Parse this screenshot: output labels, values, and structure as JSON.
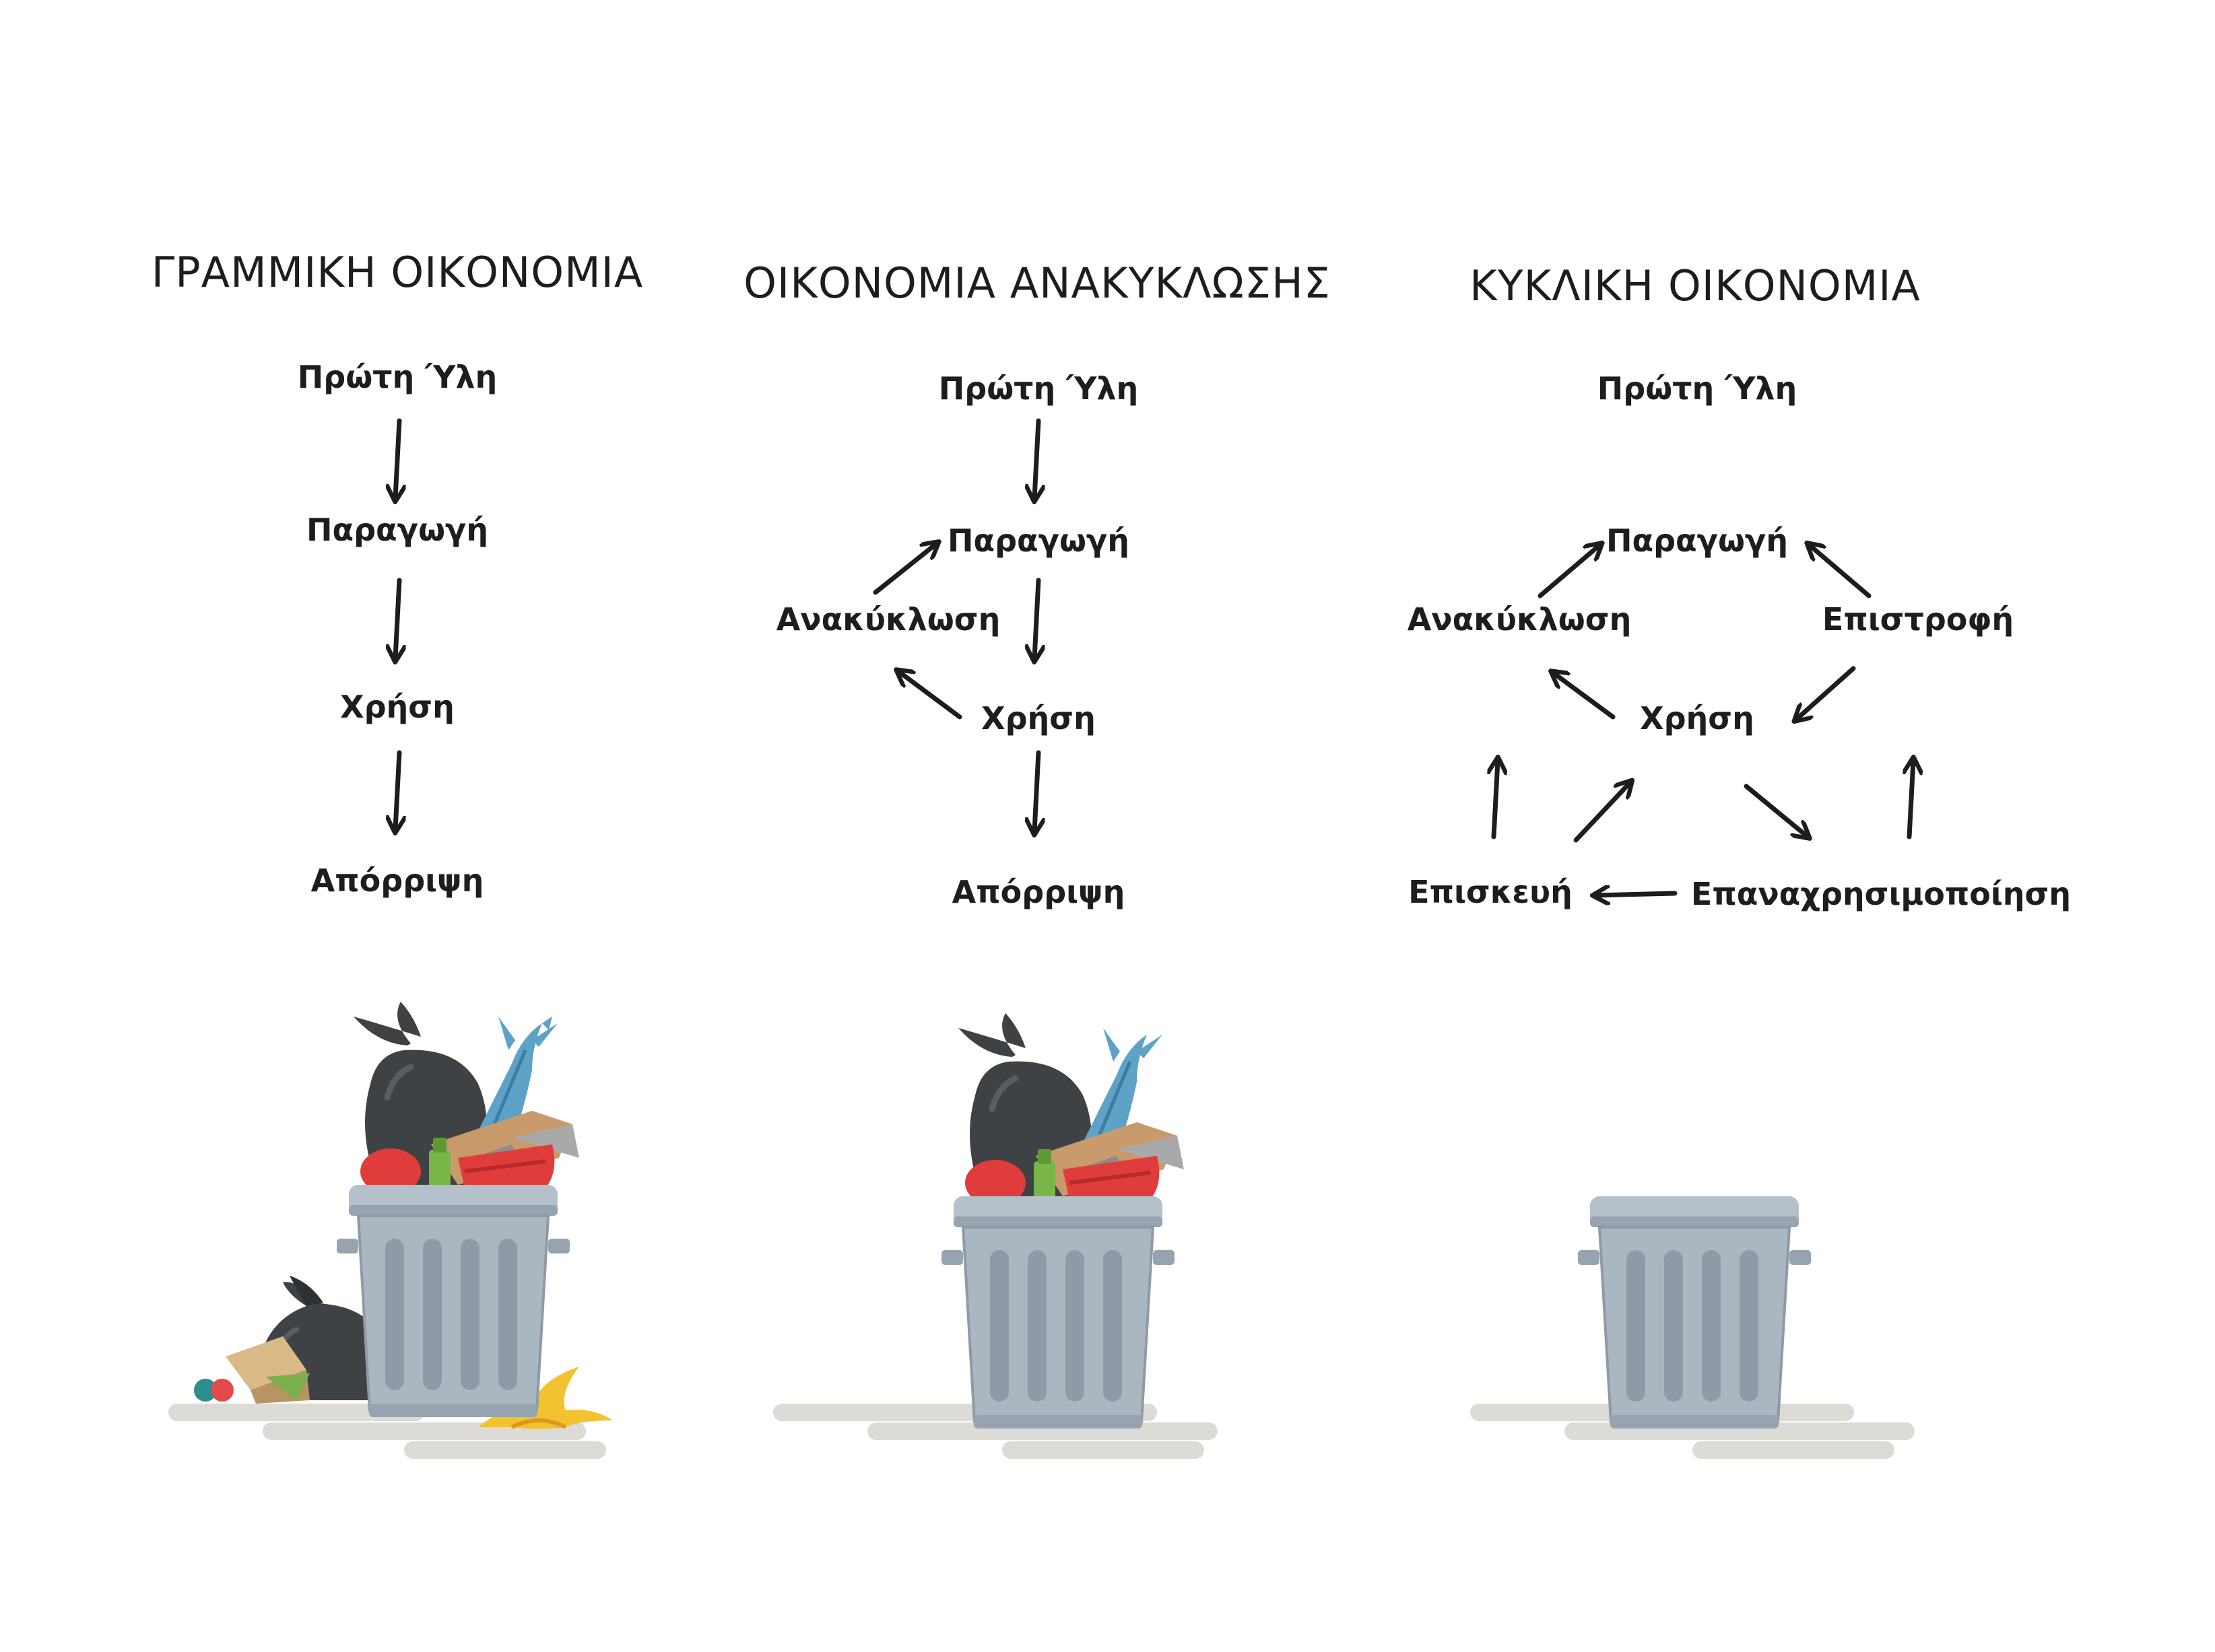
{
  "panels": [
    {
      "title": "ΓΡΑΜΜΙΚΗ ΟΙΚΟΝΟΜΙΑ",
      "nodes": {
        "raw_material": "Πρώτη Ύλη",
        "production": "Παραγωγή",
        "use": "Χρήση",
        "disposal": "Απόρριψη"
      }
    },
    {
      "title": "ΟΙΚΟΝΟΜΙΑ ΑΝΑΚΥΚΛΩΣΗΣ",
      "nodes": {
        "raw_material": "Πρώτη Ύλη",
        "production": "Παραγωγή",
        "recycling": "Ανακύκλωση",
        "use": "Χρήση",
        "disposal": "Απόρριψη"
      }
    },
    {
      "title": "ΚΥΚΛΙΚΗ ΟΙΚΟΝΟΜΙΑ",
      "nodes": {
        "raw_material": "Πρώτη Ύλη",
        "production": "Παραγωγή",
        "recycling": "Ανακύκλωση",
        "return": "Επιστροφή",
        "use": "Χρήση",
        "repair": "Επισκευή",
        "reuse": "Επαναχρησιμοποίηση"
      }
    }
  ],
  "illustrations": [
    {
      "icon": "overflowing-trash-can-icon",
      "fill": "overflowing, with waste on the ground"
    },
    {
      "icon": "overflowing-trash-can-icon",
      "fill": "overflowing"
    },
    {
      "icon": "empty-trash-can-icon",
      "fill": "empty"
    }
  ],
  "colors": {
    "text": "#1d1d1b",
    "arrow": "#1d1d1b",
    "can_body": "#aab7c1",
    "can_outline": "#8e9ba6",
    "bag": "#3f4245",
    "shadow": "#dcdbd5"
  }
}
